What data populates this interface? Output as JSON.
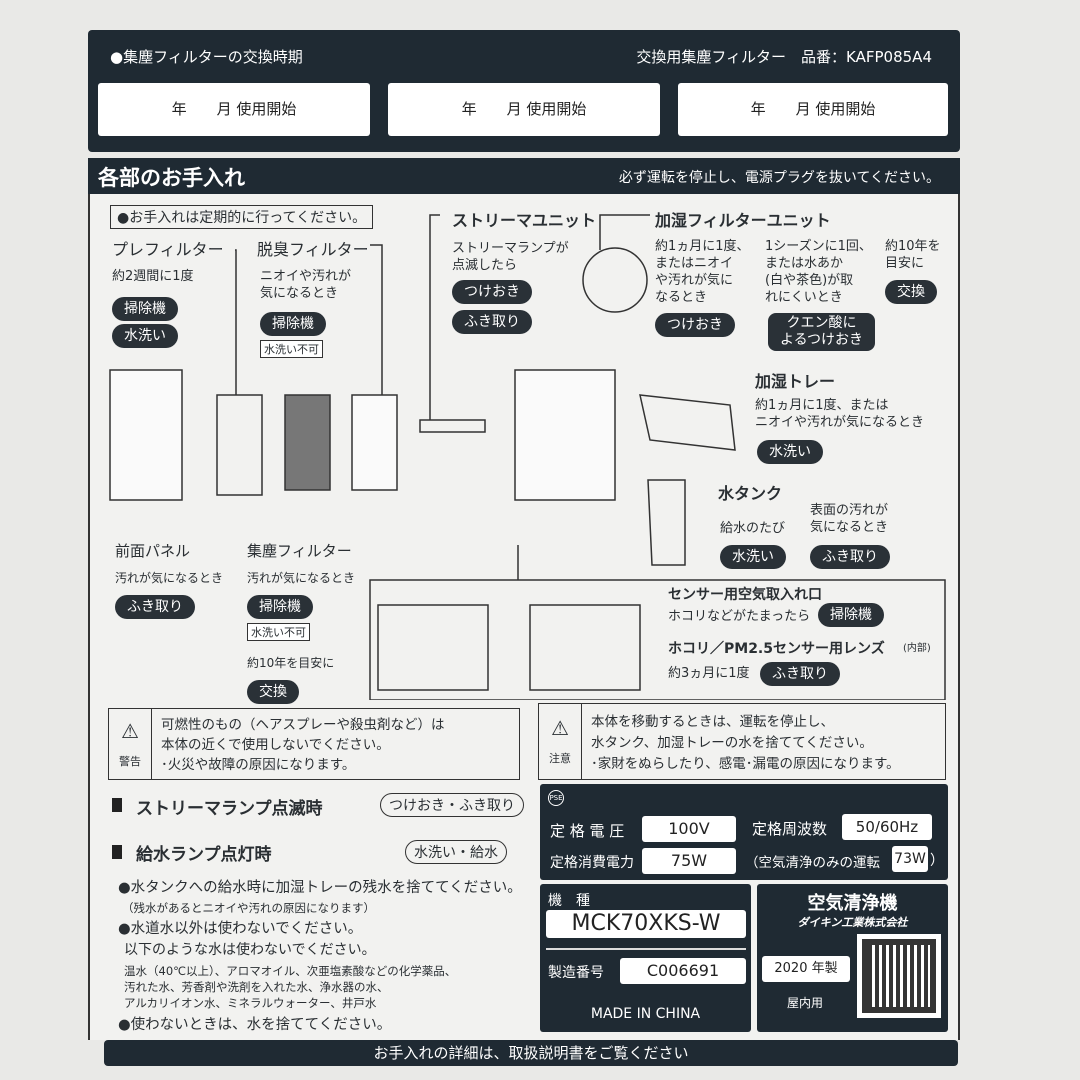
{
  "filter_replacement": {
    "title": "●集塵フィルターの交換時期",
    "part_label": "交換用集塵フィルター　品番：KAFP085A4",
    "slots": [
      "年　　月 使用開始",
      "年　　月 使用開始",
      "年　　月 使用開始"
    ]
  },
  "care": {
    "title": "各部のお手入れ",
    "notice": "必ず運転を停止し、電源プラグを抜いてください。",
    "regular": "●お手入れは定期的に行ってください。",
    "prefilter": {
      "name": "プレフィルター",
      "freq": "約2週間に1度",
      "actions": [
        "掃除機",
        "水洗い"
      ]
    },
    "deodorizing": {
      "name": "脱臭フィルター",
      "freq": "ニオイや汚れが\n気になるとき",
      "actions": [
        "掃除機"
      ],
      "note": "水洗い不可"
    },
    "streamer": {
      "name": "ストリーマユニット",
      "freq": "ストリーマランプが\n点滅したら",
      "actions": [
        "つけおき",
        "ふき取り"
      ]
    },
    "humid_filter": {
      "name": "加湿フィルターユニット",
      "col1": "約1ヵ月に1度、\nまたはニオイ\nや汚れが気に\nなるとき",
      "col1_action": "つけおき",
      "col2": "1シーズンに1回、\nまたは水あか\n(白や茶色)が取\nれにくいとき",
      "col2_action": "クエン酸に\nよるつけおき",
      "col3": "約10年を\n目安に",
      "col3_action": "交換"
    },
    "tray": {
      "name": "加湿トレー",
      "freq": "約1ヵ月に1度、または\nニオイや汚れが気になるとき",
      "action": "水洗い"
    },
    "tank": {
      "name": "水タンク",
      "col1": "給水のたび",
      "col1_action": "水洗い",
      "col2": "表面の汚れが\n気になるとき",
      "col2_action": "ふき取り"
    },
    "front_panel": {
      "name": "前面パネル",
      "freq": "汚れが気になるとき",
      "action": "ふき取り"
    },
    "dust_filter": {
      "name": "集塵フィルター",
      "freq": "汚れが気になるとき",
      "action": "掃除機",
      "note": "水洗い不可",
      "freq2": "約10年を目安に",
      "action2": "交換"
    },
    "sensor_inlet": {
      "name": "センサー用空気取入れ口",
      "freq": "ホコリなどがたまったら",
      "action": "掃除機"
    },
    "sensor_lens": {
      "name": "ホコリ／PM2.5センサー用レンズ",
      "sub": "(内部)",
      "freq": "約3ヵ月に1度",
      "action": "ふき取り"
    }
  },
  "warning": {
    "label": "警告",
    "text": "可燃性のもの（ヘアスプレーや殺虫剤など）は\n本体の近くで使用しないでください。\n･火災や故障の原因になります。"
  },
  "caution": {
    "label": "注意",
    "text": "本体を移動するときは、運転を停止し、\n水タンク、加湿トレーの水を捨ててください。\n･家財をぬらしたり、感電･漏電の原因になります。"
  },
  "lamps": [
    {
      "label": "ストリーマランプ点滅時",
      "action": "つけおき・ふき取り"
    },
    {
      "label": "給水ランプ点灯時",
      "action": "水洗い・給水"
    }
  ],
  "notes": [
    {
      "main": "●水タンクへの給水時に加湿トレーの残水を捨ててください。",
      "sub": "（残水があるとニオイや汚れの原因になります）"
    },
    {
      "main": "●水道水以外は使わないでください。",
      "sub": "以下のような水は使わないでください。",
      "detail": "温水（40℃以上）、アロマオイル、次亜塩素酸などの化学薬品、\n汚れた水、芳香剤や洗剤を入れた水、浄水器の水、\nアルカリイオン水、ミネラルウォーター、井戸水"
    },
    {
      "main": "●使わないときは、水を捨ててください。"
    }
  ],
  "specs": {
    "voltage_label": "定 格 電 圧",
    "voltage": "100V",
    "freq_label": "定格周波数",
    "freq": "50/60Hz",
    "power_label": "定格消費電力",
    "power": "75W",
    "air_only_label": "（空気清浄のみの運転",
    "air_only": "73W",
    "air_only_close": "）",
    "marks": "PSE"
  },
  "model": {
    "label": "機　種",
    "value": "MCK70XKS-W",
    "serial_label": "製造番号",
    "serial": "C006691",
    "origin": "MADE IN CHINA"
  },
  "maker": {
    "product": "空気清浄機",
    "company": "ダイキン工業株式会社",
    "year": "2020",
    "year_suffix": "年製",
    "indoor": "屋内用"
  },
  "footer": "お手入れの詳細は、取扱説明書をご覧ください"
}
